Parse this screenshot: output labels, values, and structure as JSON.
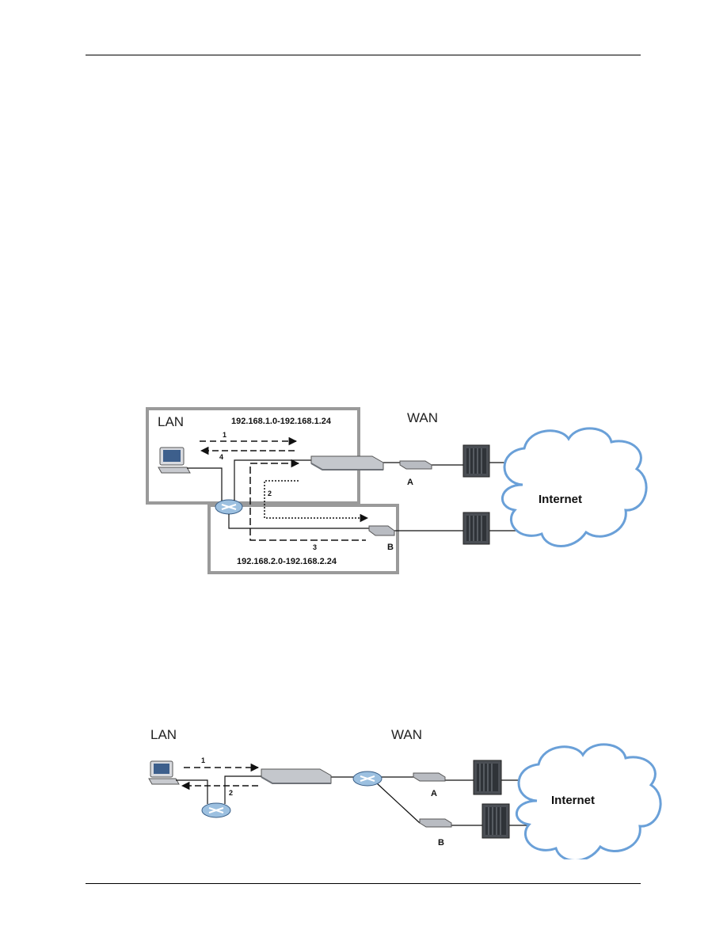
{
  "diagram1": {
    "lan_label": "LAN",
    "wan_label": "WAN",
    "lan_subnet": "192.168.1.0-192.168.1.24",
    "wan_subnet": "192.168.2.0-192.168.2.24",
    "flow_1": "1",
    "flow_2": "2",
    "flow_3": "3",
    "flow_4": "4",
    "device_a": "A",
    "device_b": "B",
    "cloud": "Internet"
  },
  "diagram2": {
    "lan_label": "LAN",
    "wan_label": "WAN",
    "flow_1": "1",
    "flow_2": "2",
    "device_a": "A",
    "device_b": "B",
    "cloud": "Internet"
  },
  "colors": {
    "zone_border": "#9a9a9a",
    "cloud_fill": "#ffffff",
    "cloud_stroke": "#6aa0d8",
    "device": "#b9bcc2",
    "server": "#4a4e54"
  }
}
